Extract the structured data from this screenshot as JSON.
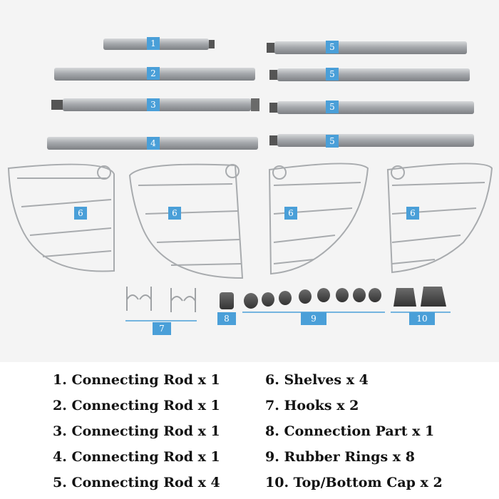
{
  "labels": {
    "rod1": "1",
    "rod2": "2",
    "rod3": "3",
    "rod4": "4",
    "rod5a": "5",
    "rod5b": "5",
    "rod5c": "5",
    "rod5d": "5",
    "shelf1": "6",
    "shelf2": "6",
    "shelf3": "6",
    "shelf4": "6",
    "hooks": "7",
    "connection": "8",
    "rings": "9",
    "caps": "10"
  },
  "legend": [
    "1. Connecting Rod x 1",
    "2. Connecting Rod x 1",
    "3. Connecting Rod x 1",
    "4. Connecting Rod x 1",
    "5. Connecting Rod x 4",
    "6. Shelves x 4",
    "7. Hooks x 2",
    "8. Connection Part x 1",
    "9. Rubber Rings x 8",
    "10. Top/Bottom Cap x 2"
  ],
  "colors": {
    "tag": "#4a9fd8",
    "rod": "#a9acb0",
    "wire": "#b8bbbe",
    "rubber": "#4b4b4b"
  }
}
